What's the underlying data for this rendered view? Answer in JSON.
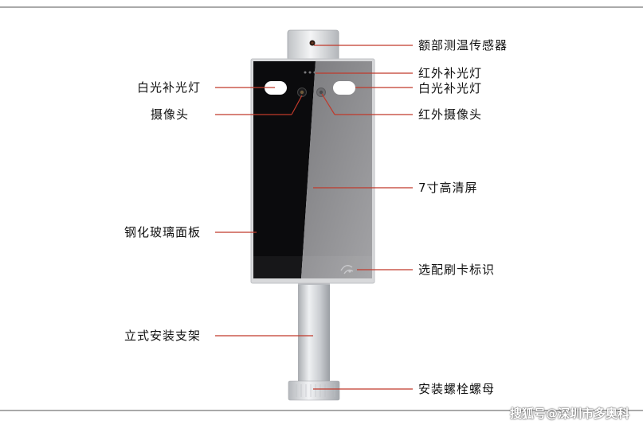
{
  "labels": {
    "forehead_sensor": "额部测温传感器",
    "ir_fill_light": "红外补光灯",
    "white_fill_light_right": "白光补光灯",
    "white_fill_light_left": "白光补光灯",
    "camera": "摄像头",
    "ir_camera": "红外摄像头",
    "screen": "7寸高清屏",
    "glass_panel": "钢化玻璃面板",
    "card_reader": "选配刷卡标识",
    "stand": "立式安装支架",
    "nut": "安装螺栓螺母"
  },
  "watermark": "搜狐号@深圳市多奥科",
  "colors": {
    "leader_line": "#c0392b",
    "panel_dark": "#0b0b0d",
    "panel_gray": "#8a8a8c",
    "frame": "#d6d6d8",
    "pole": "#cfd1d4",
    "rule": "#555555"
  }
}
